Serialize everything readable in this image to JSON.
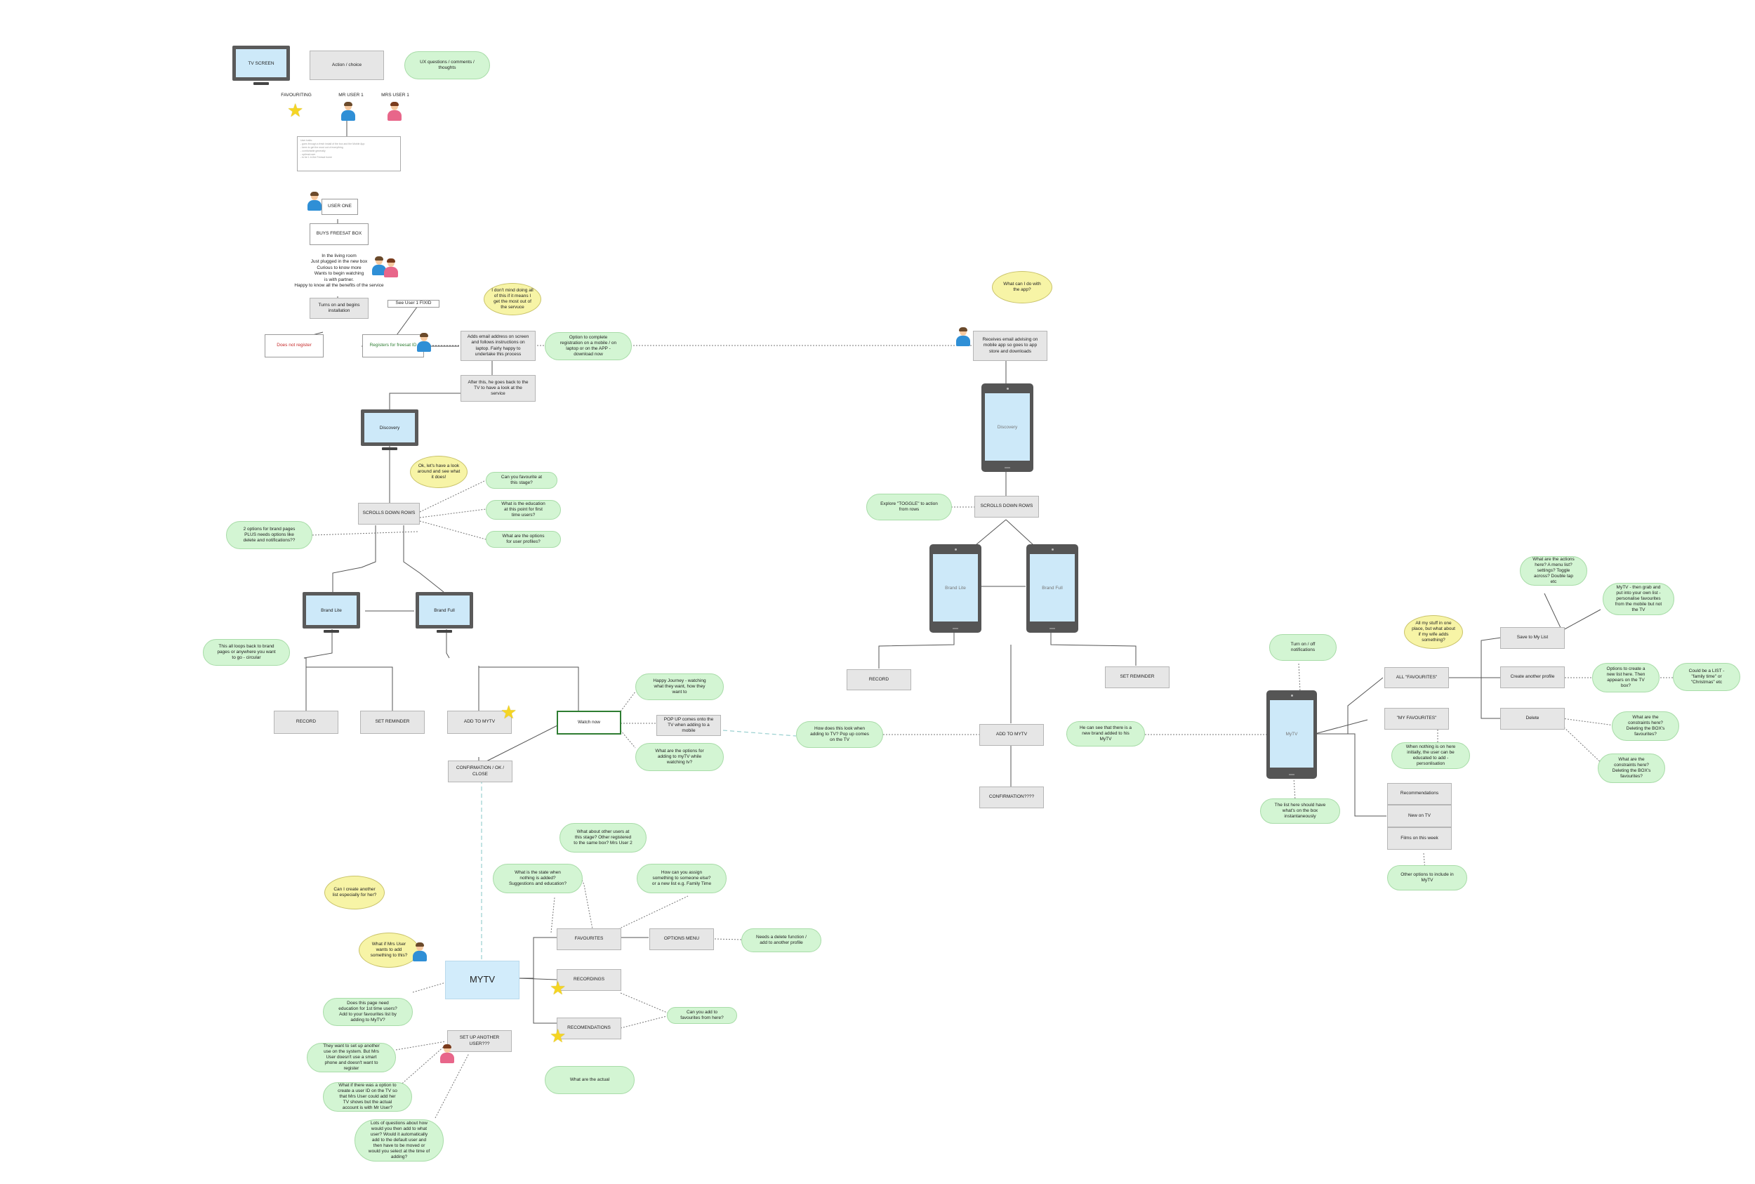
{
  "legend": {
    "tv_screen": "TV SCREEN",
    "action_choice": "Action / choice",
    "ux_questions": "UX questions / comments / thoughts",
    "favouriting": "FAVOURITING",
    "mr_user": "MR USER 1",
    "mrs_user": "MRS USER 1",
    "note": "User traits:\n- goes through a fresh install of the box and the Mobile App\n- keen to get the most out of everything\n- comfortable generally\n- optimal user\n- to be 1 in the Freesat home"
  },
  "tv_flow": {
    "user_one": "USER ONE",
    "buys_box": "BUYS FREESAT BOX",
    "context": "In the living room\nJust plugged in the new box\nCurious to know more\nWants to begin watching\nis with partner.\nHappy to know all the benefits of the service",
    "turns_on": "Turns on and begins\ninstallation",
    "see_user": "See User 1 FIXID",
    "does_not_register": "Does not register",
    "registers": "Registers for freesat ID",
    "adds_email": "Adds email address on screen\nand follows instructions on\nlaptop. Fairly happy to\nundertake this process",
    "thought_1": "I don't mind doing all\nof this if it means I\nget the most out of\nthe servuce",
    "option_mobile": "Option to complete\nregistration on a mobile / on\nlaptop or on the APP -\ndownload now",
    "after_this": "After this, he goes back to the\nTV to have a look at the\nservice",
    "discovery_tv": "Discovery",
    "thought_2": "Ok, let's have a look\naround and see what\nit does!",
    "scrolls": "SCROLLS DOWN ROWS",
    "q_favourite": "Can you favourite at\nthis stage?",
    "q_education": "What is the education\nat this point for first\ntime users?",
    "q_profiles": "What are the options\nfor user profiles?",
    "two_options": "2 options for brand pages\nPLUS needs options like\ndelete and notifications??",
    "brand_lite": "Brand Lite",
    "brand_full": "Brand Full",
    "loops_back": "This all loops back to brand\npages or anywhere you want\nto go - circular",
    "record": "RECORD",
    "set_reminder": "SET REMINDER",
    "add_to_mytv": "ADD TO MYTV",
    "watch_now": "Watch now",
    "happy_journey": "Happy Journey - watching\nwhat they want, how they\nwant to",
    "popup": "POP UP comes onto the\nTV when adding to a\nmobile",
    "q_options_adding": "What are the options for\nadding to myTV while\nwatching tv?",
    "confirmation": "CONFIRMATION / OK /\nCLOSE"
  },
  "mobile_flow": {
    "thought": "What can I do with\nthe app?",
    "receives_email": "Receives email advising on\nmobile app so goes to app\nstore and downloads",
    "discovery_phone": "Discovery",
    "explore_toggle": "Explore \"TOGGLE\" to action\nfrom rows",
    "scrolls": "SCROLLS DOWN ROWS",
    "brand_lite": "Brand Lite",
    "brand_full": "Brand Full",
    "record": "RECORD",
    "set_reminder": "SET REMINDER",
    "how_look": "How does this look when\nadding to TV? Pop up comes\non the TV",
    "add_to_mytv": "ADD TO MYTV",
    "he_can_see": "He can see that there is a\nnew brand added to his\nMyTV",
    "confirmation": "CONFIRMATION????"
  },
  "mytv_phone": {
    "phone_label": "MyTV",
    "turn_notifications": "Turn on / off\nnotifications",
    "list_note": "The list here should have\nwhat's on the box\ninstantaneously",
    "thought": "All my stuff in one\nplace, but what about\nif my wife adds\nsomething?",
    "all_favourites": "ALL \"FAVOURITES\"",
    "my_favourites": "\"MY FAVOURITES\"",
    "nothing_here": "When nothing is on here\ninitially, the user can be\neducated to add -\npersonlisation",
    "recommendations": "Recommendations",
    "new_on_tv": "New on TV",
    "films_this_week": "Films on this week",
    "other_options": "Other options to include in\nMyTV",
    "save_to_list": "Save to My List",
    "create_profile": "Create another profile",
    "delete": "Delete",
    "q_actions": "What are the actions\nhere? A menu list?\nsettings? Toggle\nacross? Double tap\netc",
    "mytv_grab": "MyTV - then grab and\nput into your own list -\npersonalise favourites\nfrom the mobile but not\nthe TV",
    "q_options_list": "Options to create a\nnew list here. Then\nappears on the TV\nbox?",
    "could_be_list": "Could be a LIST -\n\"family time\" or\n\"Christmas\" etc",
    "q_constraints_1": "What are the\nconstraints here?\nDeleting the BOX's\nfavourites?",
    "q_constraints_2": "What are the\nconstraints here?\nDeleting the BOX's\nfavourites?"
  },
  "mytv_tv": {
    "thought_1": "Can I create another\nlist especially for her?",
    "thought_2": "What if Mrs User\nwants to add\nsomething to this?",
    "mytv": "MYTV",
    "q_what_about": "What about other users at\nthis stage? Other registered\nto the same box? Mrs User 2",
    "q_state": "What is the state when\nnothing is added?\nSuggestions and education?",
    "q_assign": "How can you assign\nsomething to someone else?\nor a new list e.g. Family Time",
    "favourites": "FAVOURITES",
    "options_menu": "OPTIONS MENU",
    "needs_delete": "Needs a delete function /\nadd to another profile",
    "recordings": "RECORDINGS",
    "recommendations": "RECOMENDATIONS",
    "q_add_favs": "Can you add to\nfavourites from here?",
    "q_education": "Does this page need\neducation for 1st time users?\nAdd to your favourites list by\nadding to MyTV?",
    "set_up_user": "SET UP ANOTHER\nUSER???",
    "they_want": "They want to set up another\nuse on the system. But Mrs\nUser doesn't use a smart\nphone and doesn't want to\nregister",
    "what_if": "What if there was a option to\ncreate a user ID on the TV so\nthat Mrs User could add her\nTV shows but the actual\naccount is with Mr User?",
    "lots_of_questions": "Lots of questions about how\nwould you then add to what\nuser? Would it automatically\nadd to the default user and\nthen have to be moved or\nwould you select at the time of\nadding?",
    "what_are_actual": "What are the actual"
  },
  "colors": {
    "action_box": "#e6e6e6",
    "ux_bubble": "#d3f5d3",
    "thought_bubble": "#f7f4a6",
    "screen": "#cde9f9",
    "device": "#5a5a5a",
    "star": "#f5d523",
    "mr_user": "#2f8fd6",
    "mrs_user": "#e8668a"
  }
}
